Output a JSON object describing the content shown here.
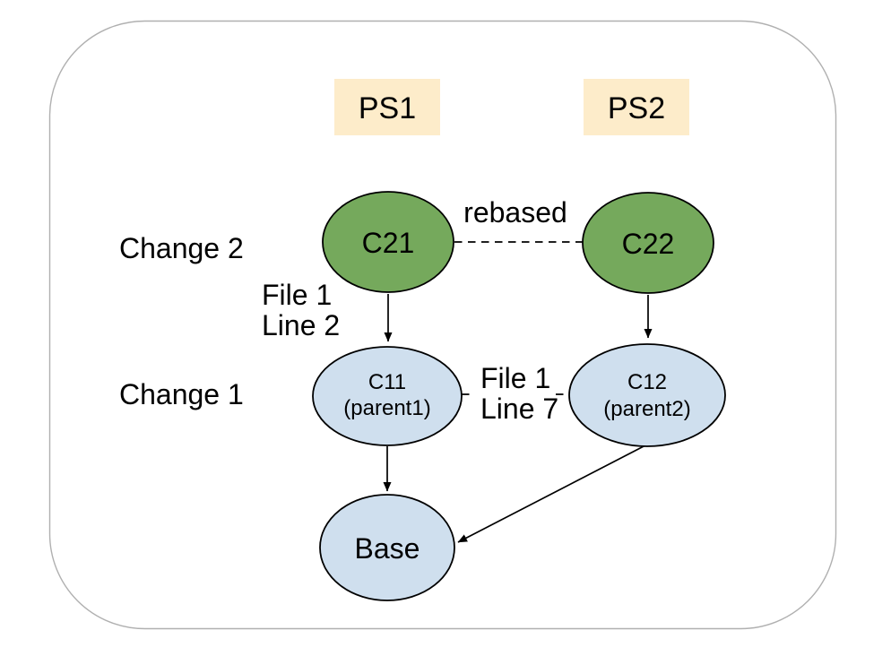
{
  "diagram": {
    "title_hint": "Gerrit change rebase diagram",
    "patchsets": [
      {
        "label": "PS1"
      },
      {
        "label": "PS2"
      }
    ],
    "rows": [
      {
        "label": "Change 2"
      },
      {
        "label": "Change 1"
      }
    ],
    "nodes": {
      "c21": {
        "label": "C21"
      },
      "c22": {
        "label": "C22"
      },
      "c11": {
        "label": "C11",
        "sublabel": "(parent1)"
      },
      "c12": {
        "label": "C12",
        "sublabel": "(parent2)"
      },
      "base": {
        "label": "Base"
      }
    },
    "edges": {
      "rebased_label": "rebased",
      "c21_c11_label": {
        "line1": "File 1",
        "line2": "Line 2"
      },
      "c11_c12_label": {
        "line1": "File 1",
        "line2": "Line 7"
      }
    },
    "colors": {
      "node_green": "#75a95c",
      "node_blue": "#cfdfee",
      "patchset_cream": "#fdecca",
      "border_gray": "#b0b0b0"
    }
  }
}
